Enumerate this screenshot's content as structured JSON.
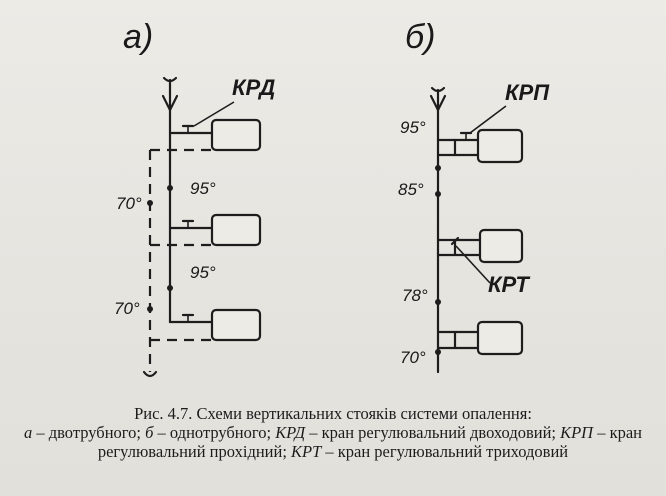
{
  "panels": {
    "a": {
      "title": "а)",
      "valve_label": "КРД",
      "temps": [
        "95°",
        "70°",
        "95°",
        "70°"
      ]
    },
    "b": {
      "title": "б)",
      "valve_label_top": "КРП",
      "valve_label_mid": "КРТ",
      "temps": [
        "95°",
        "85°",
        "78°",
        "70°"
      ]
    }
  },
  "caption": {
    "fig": "Рис. 4.7. Схеми вертикальних стояків системи опалення:",
    "a_key": "а",
    "a_text": " – двотрубного; ",
    "b_key": "б",
    "b_text": " – однотрубного; ",
    "krd_key": "КРД",
    "krd_text": " – кран регулювальний двоходовий; ",
    "krp_key": "КРП",
    "krp_text": " – кран регулювальний прохідний; ",
    "krt_key": "КРТ",
    "krt_text": " – кран регулювальний триходовий"
  },
  "colors": {
    "ink": "#1d1d1d",
    "paper": "#ecebe6"
  }
}
